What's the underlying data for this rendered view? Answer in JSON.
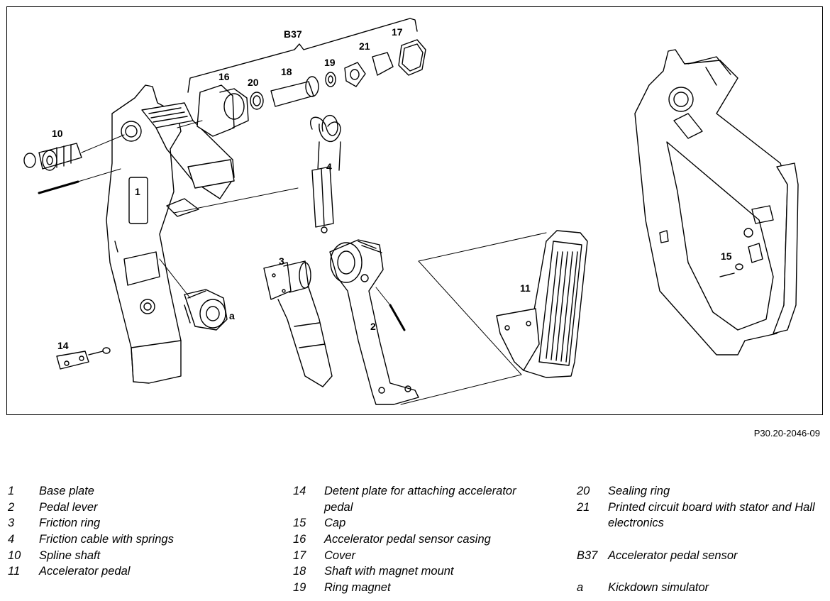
{
  "figure": {
    "reference": "P30.20-2046-09",
    "callouts": {
      "b37": "B37",
      "n1": "1",
      "n2": "2",
      "n3": "3",
      "n4": "4",
      "n10": "10",
      "n11": "11",
      "n14": "14",
      "n15": "15",
      "n16": "16",
      "n17": "17",
      "n18": "18",
      "n19": "19",
      "n20": "20",
      "n21": "21",
      "a": "a"
    }
  },
  "legend": {
    "col1": [
      {
        "num": "1",
        "text": "Base plate"
      },
      {
        "num": "2",
        "text": "Pedal lever"
      },
      {
        "num": "3",
        "text": "Friction ring"
      },
      {
        "num": "4",
        "text": "Friction cable with springs"
      },
      {
        "num": "10",
        "text": "Spline shaft"
      },
      {
        "num": "11",
        "text": "Accelerator pedal"
      }
    ],
    "col2": [
      {
        "num": "14",
        "text": "Detent plate for attaching accelerator pedal"
      },
      {
        "num": "15",
        "text": "Cap"
      },
      {
        "num": "16",
        "text": "Accelerator pedal sensor casing"
      },
      {
        "num": "17",
        "text": "Cover"
      },
      {
        "num": "18",
        "text": "Shaft with magnet mount"
      },
      {
        "num": "19",
        "text": "Ring magnet"
      }
    ],
    "col3": [
      {
        "num": "20",
        "text": "Sealing ring"
      },
      {
        "num": "21",
        "text": "Printed circuit board with stator and Hall electronics"
      },
      {
        "num": "B37",
        "text": "Accelerator pedal sensor"
      },
      {
        "num": "a",
        "text": "Kickdown simulator"
      }
    ]
  }
}
